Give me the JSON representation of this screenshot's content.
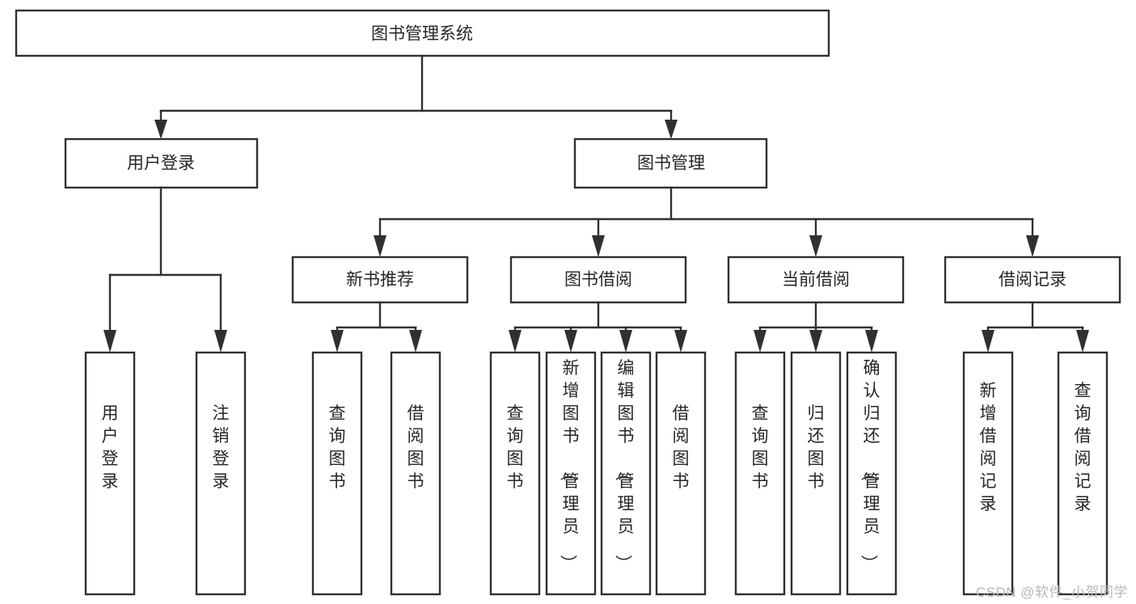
{
  "diagram": {
    "type": "tree",
    "title": "图书管理系统",
    "watermark": "CSDN @软件_小贺同学",
    "colors": {
      "stroke": "#303030",
      "fill": "#ffffff",
      "text": "#262626",
      "watermark": "#b9b9b9"
    },
    "levels": {
      "root": {
        "label": "图书管理系统"
      },
      "level2": [
        {
          "label": "用户登录"
        },
        {
          "label": "图书管理"
        }
      ],
      "level3": [
        {
          "label": "新书推荐"
        },
        {
          "label": "图书借阅"
        },
        {
          "label": "当前借阅"
        },
        {
          "label": "借阅记录"
        }
      ],
      "leaves": [
        {
          "label": "用户登录",
          "parent": "用户登录"
        },
        {
          "label": "注销登录",
          "parent": "用户登录"
        },
        {
          "label": "查询图书",
          "parent": "新书推荐"
        },
        {
          "label": "借阅图书",
          "parent": "新书推荐"
        },
        {
          "label": "查询图书",
          "parent": "图书借阅"
        },
        {
          "label": "新增图书（管理员）",
          "parent": "图书借阅"
        },
        {
          "label": "编辑图书（管理员）",
          "parent": "图书借阅"
        },
        {
          "label": "借阅图书",
          "parent": "图书借阅"
        },
        {
          "label": "查询图书",
          "parent": "当前借阅"
        },
        {
          "label": "归还图书",
          "parent": "当前借阅"
        },
        {
          "label": "确认归还（管理员）",
          "parent": "当前借阅"
        },
        {
          "label": "新增借阅记录",
          "parent": "借阅记录"
        },
        {
          "label": "查询借阅记录",
          "parent": "借阅记录"
        }
      ]
    }
  }
}
